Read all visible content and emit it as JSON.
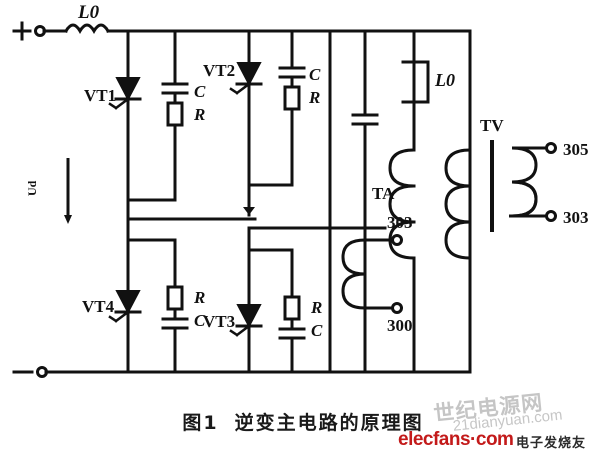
{
  "figure": {
    "caption_number": "图1",
    "caption_text": "逆变主电路的原理图",
    "domain_type": "circuit-schematic"
  },
  "colors": {
    "wire": "#111111",
    "background": "#ffffff",
    "watermark_red": "#c31a1a",
    "watermark_gray": "#969696",
    "watermark_dark": "#2b2b2b"
  },
  "terminals": {
    "dc_positive": "+",
    "dc_negative": "−",
    "dc_voltage_label": "Ud"
  },
  "components": {
    "input_inductor": "L0",
    "filter_inductor": "L0",
    "thyristor_1": "VT1",
    "thyristor_2": "VT2",
    "thyristor_3": "VT3",
    "thyristor_4": "VT4",
    "snubber_cap": "C",
    "snubber_res": "R",
    "current_transformer": "TA",
    "voltage_transformer": "TV"
  },
  "snubbers": [
    {
      "id": "vt1",
      "top": "C",
      "bottom": "R"
    },
    {
      "id": "vt2",
      "top": "C",
      "bottom": "R"
    },
    {
      "id": "vt3",
      "top": "R",
      "bottom": "C"
    },
    {
      "id": "vt4",
      "top": "R",
      "bottom": "C"
    }
  ],
  "nodes": {
    "ta_terminal_top": "303",
    "ta_terminal_bottom": "300",
    "tv_terminal_top": "305",
    "tv_terminal_bottom": "303"
  },
  "watermarks": {
    "gray_cn": "世纪电源网",
    "gray_url": "21dianyuan.com",
    "red_brand": "elecfans·com",
    "dark_cn": "电子发烧友"
  }
}
